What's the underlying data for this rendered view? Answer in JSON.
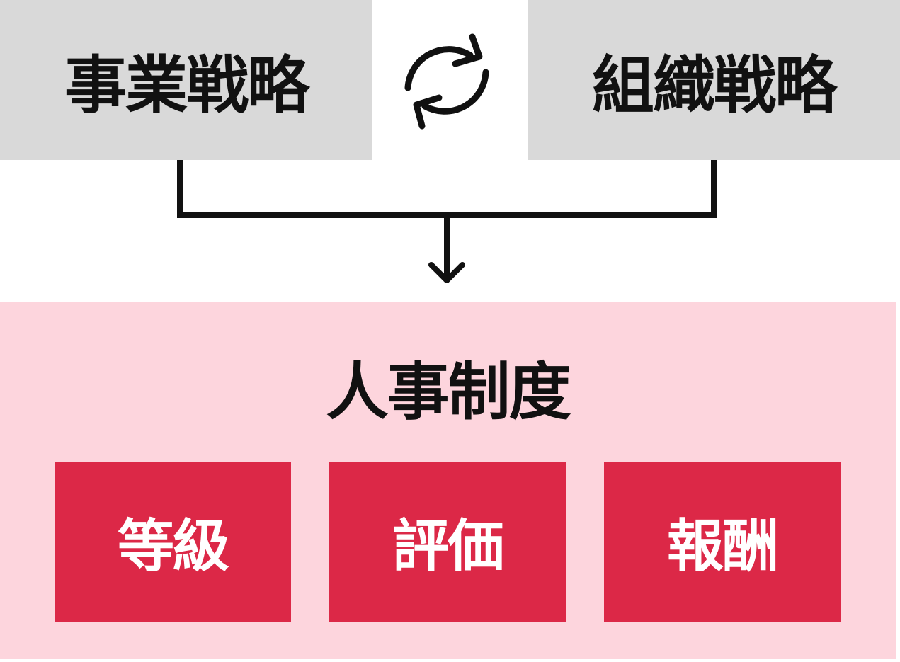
{
  "top": {
    "business_strategy": "事業戦略",
    "organization_strategy": "組織戦略",
    "cycle_icon": "refresh-cycle-icon"
  },
  "hr_system": {
    "title": "人事制度",
    "components": [
      "等級",
      "評価",
      "報酬"
    ]
  },
  "colors": {
    "strategy_box": "#d9d9d9",
    "panel": "#fdd5dd",
    "component_box": "#dc2847",
    "text_dark": "#111111",
    "text_light": "#ffffff"
  }
}
